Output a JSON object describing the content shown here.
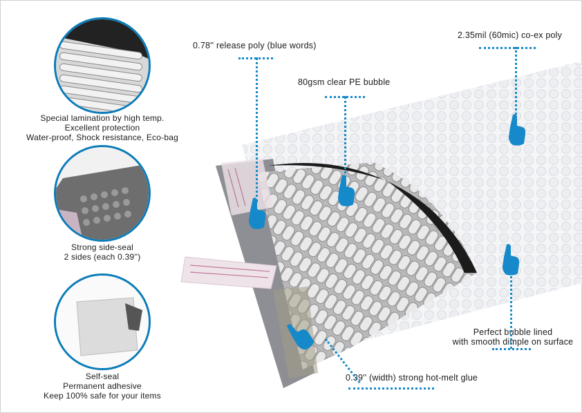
{
  "features": [
    {
      "lines": [
        "Special lamination by high temp.",
        "Excellent protection",
        "Water-proof, Shock resistance, Eco-bag"
      ]
    },
    {
      "lines": [
        "Strong side-seal",
        "2 sides (each 0.39'')"
      ]
    },
    {
      "lines": [
        "Self-seal",
        "Permanent adhesive",
        "Keep 100% safe for your items"
      ]
    }
  ],
  "callouts": {
    "release_poly": "0.78'' release poly (blue words)",
    "bubble": "80gsm clear PE bubble",
    "coex": "2.35mil (60mic) co-ex poly",
    "dimple_1": "Perfect bubble lined",
    "dimple_2": "with smooth dimple on surface",
    "glue": "0.39'' (width) strong hot-melt glue"
  },
  "colors": {
    "accent": "#0a7bb8",
    "pointer": "#1589c9"
  }
}
